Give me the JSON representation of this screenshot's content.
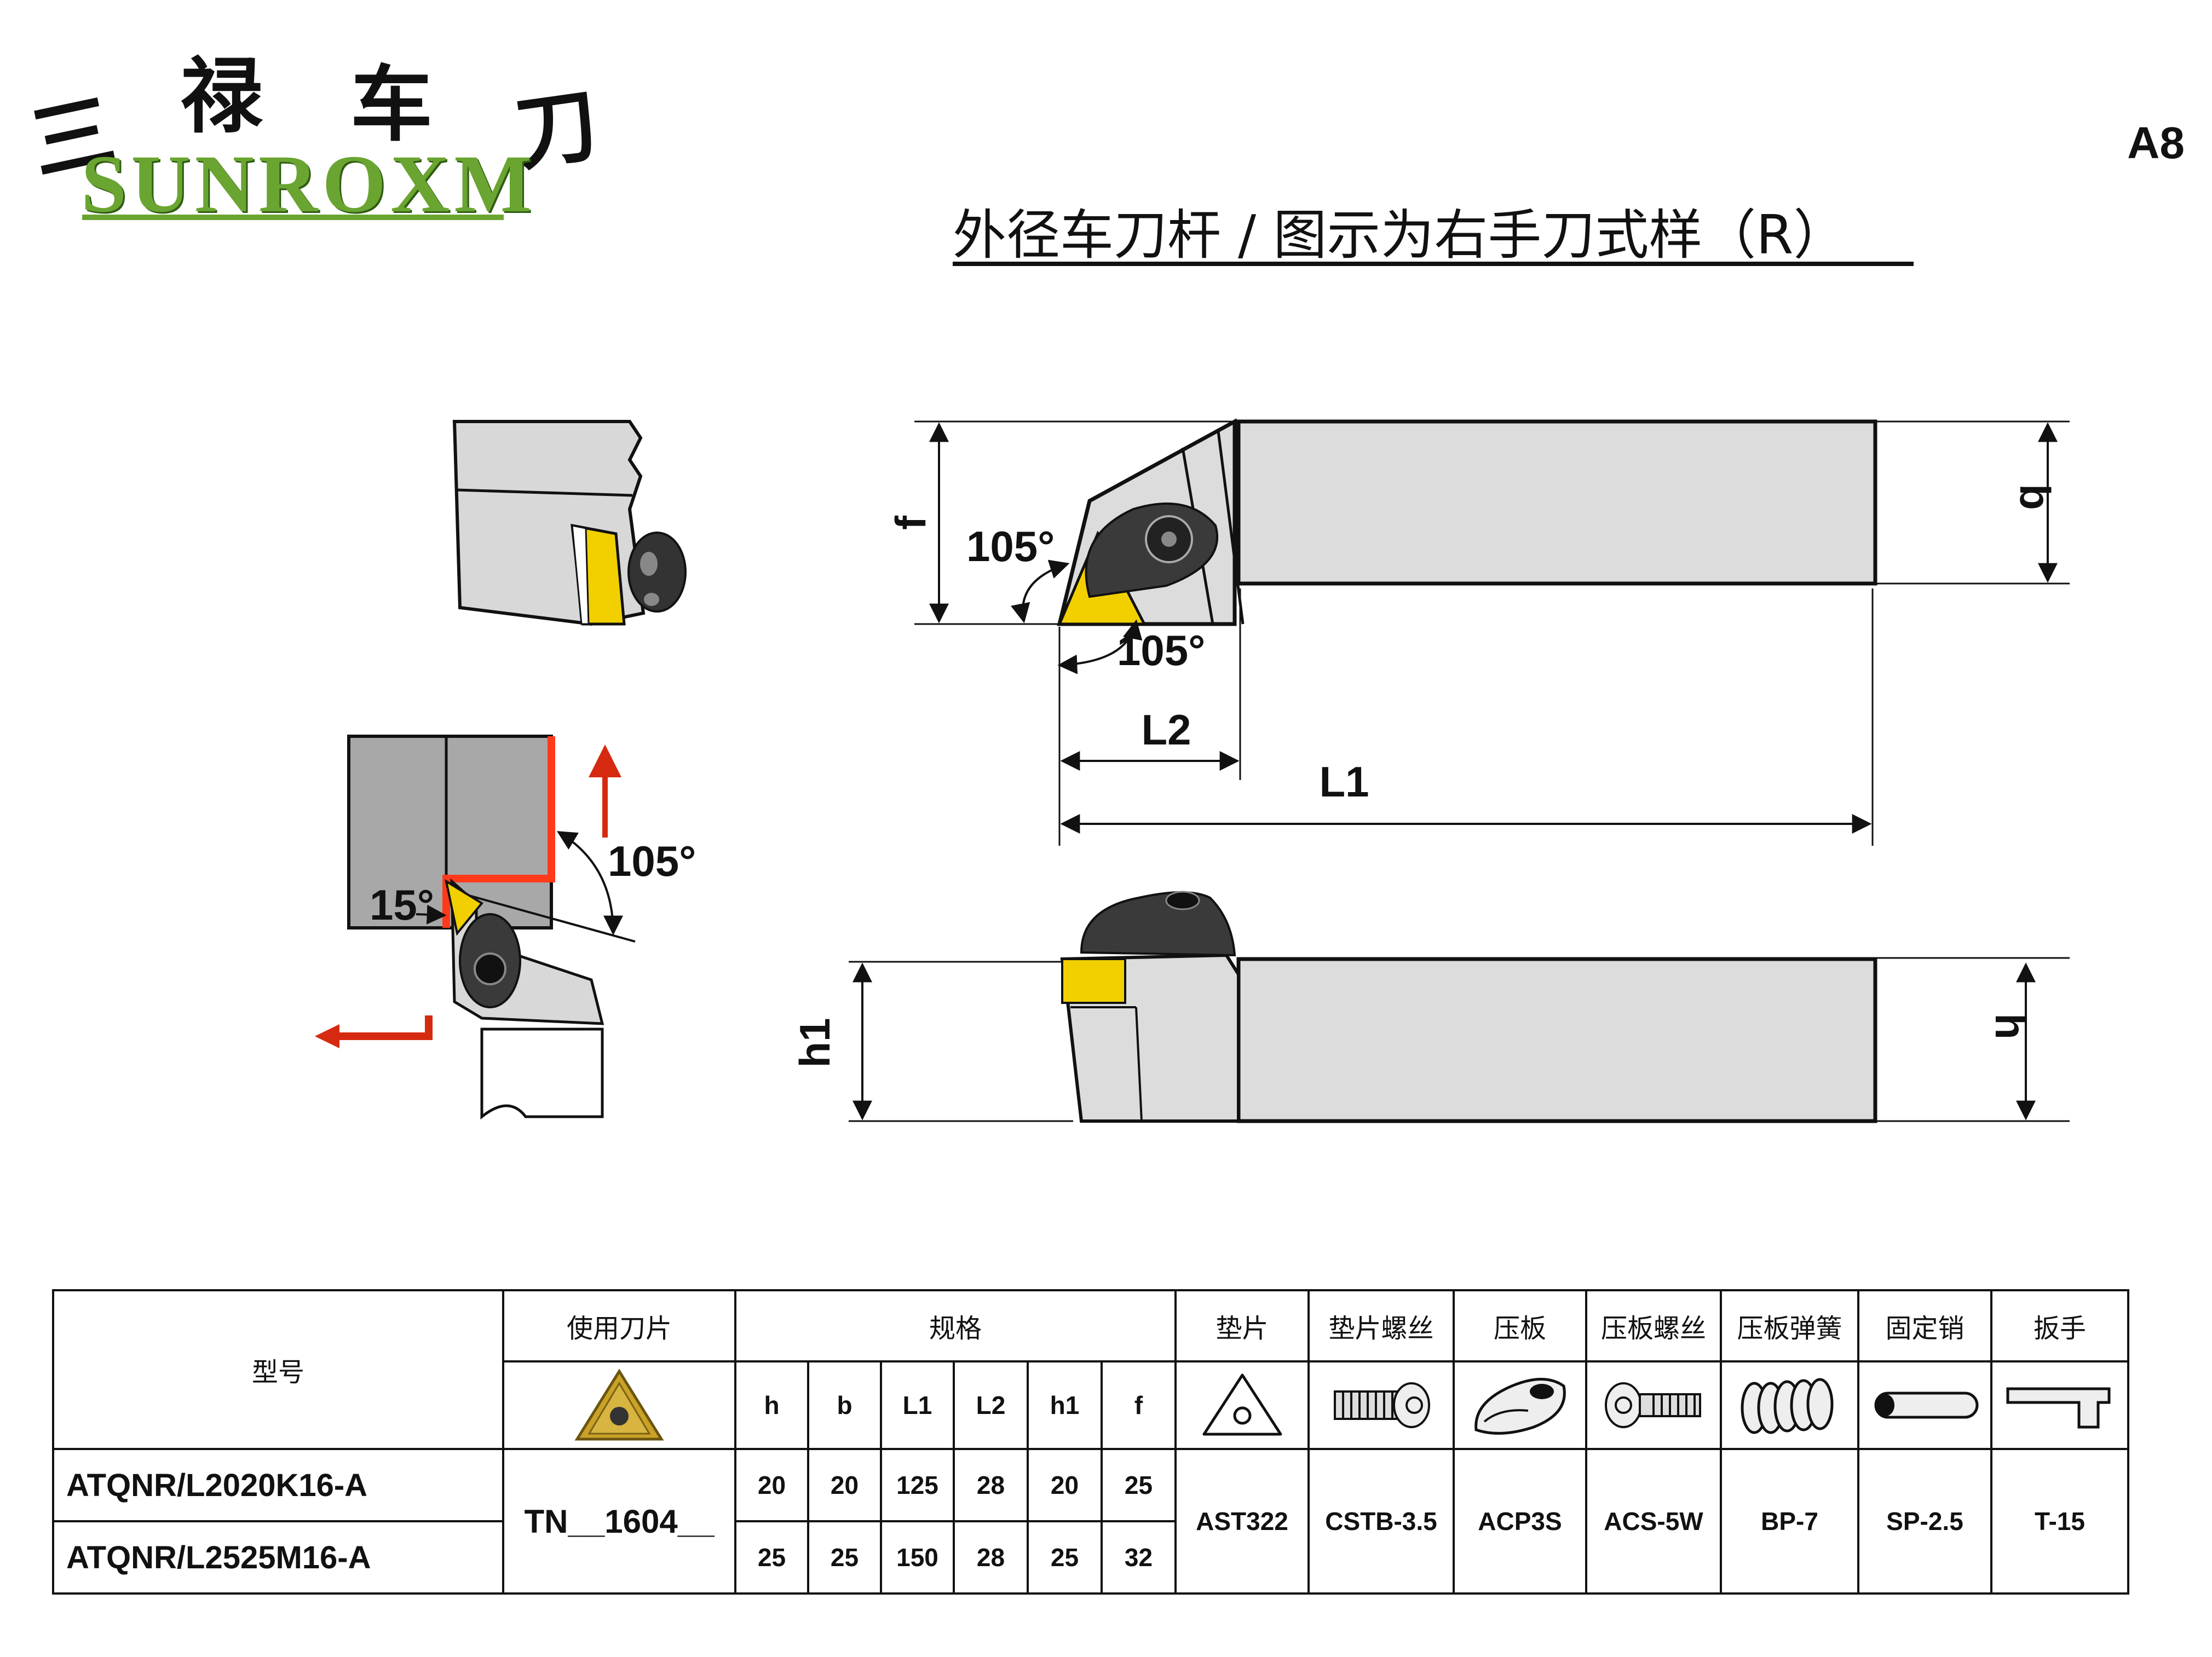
{
  "logo": {
    "chinese": [
      "三",
      "禄",
      "车",
      "刀"
    ],
    "english": "SUNROXM"
  },
  "page_code": "A8",
  "title": "外径车刀杆 / 图示为右手刀式样（R）",
  "dimension_labels": {
    "f": "f",
    "b": "b",
    "h": "h",
    "h1": "h1",
    "L1": "L1",
    "L2": "L2",
    "angle_upper": "105°",
    "angle_lower": "105°",
    "angle_side": "105°",
    "angle_lead": "15°"
  },
  "colors": {
    "insert": "#e6b800",
    "body": "#dcdcdc",
    "arrow": "#d62a10",
    "clamp": "#3a3a3a",
    "logo_green": "#6aa531"
  },
  "table": {
    "headers": {
      "model": "型号",
      "insert": "使用刀片",
      "spec": "规格",
      "shim": "垫片",
      "shim_screw": "垫片螺丝",
      "clamp": "压板",
      "clamp_screw": "压板螺丝",
      "clamp_spring": "压板弹簧",
      "pin": "固定销",
      "wrench": "扳手"
    },
    "spec_columns": [
      "h",
      "b",
      "L1",
      "L2",
      "h1",
      "f"
    ],
    "part_icons": [
      "triangle-shim-icon",
      "shim-screw-icon",
      "clamp-icon",
      "clamp-screw-icon",
      "spring-icon",
      "pin-icon",
      "wrench-icon"
    ],
    "insert_code": "TN__1604__",
    "rows": [
      {
        "model": "ATQNR/L2020K16-A",
        "values": [
          "20",
          "20",
          "125",
          "28",
          "20",
          "25"
        ]
      },
      {
        "model": "ATQNR/L2525M16-A",
        "values": [
          "25",
          "25",
          "150",
          "28",
          "25",
          "32"
        ]
      }
    ],
    "parts": {
      "shim": "AST322",
      "shim_screw": "CSTB-3.5",
      "clamp": "ACP3S",
      "clamp_screw": "ACS-5W",
      "clamp_spring": "BP-7",
      "pin": "SP-2.5",
      "wrench": "T-15"
    }
  }
}
